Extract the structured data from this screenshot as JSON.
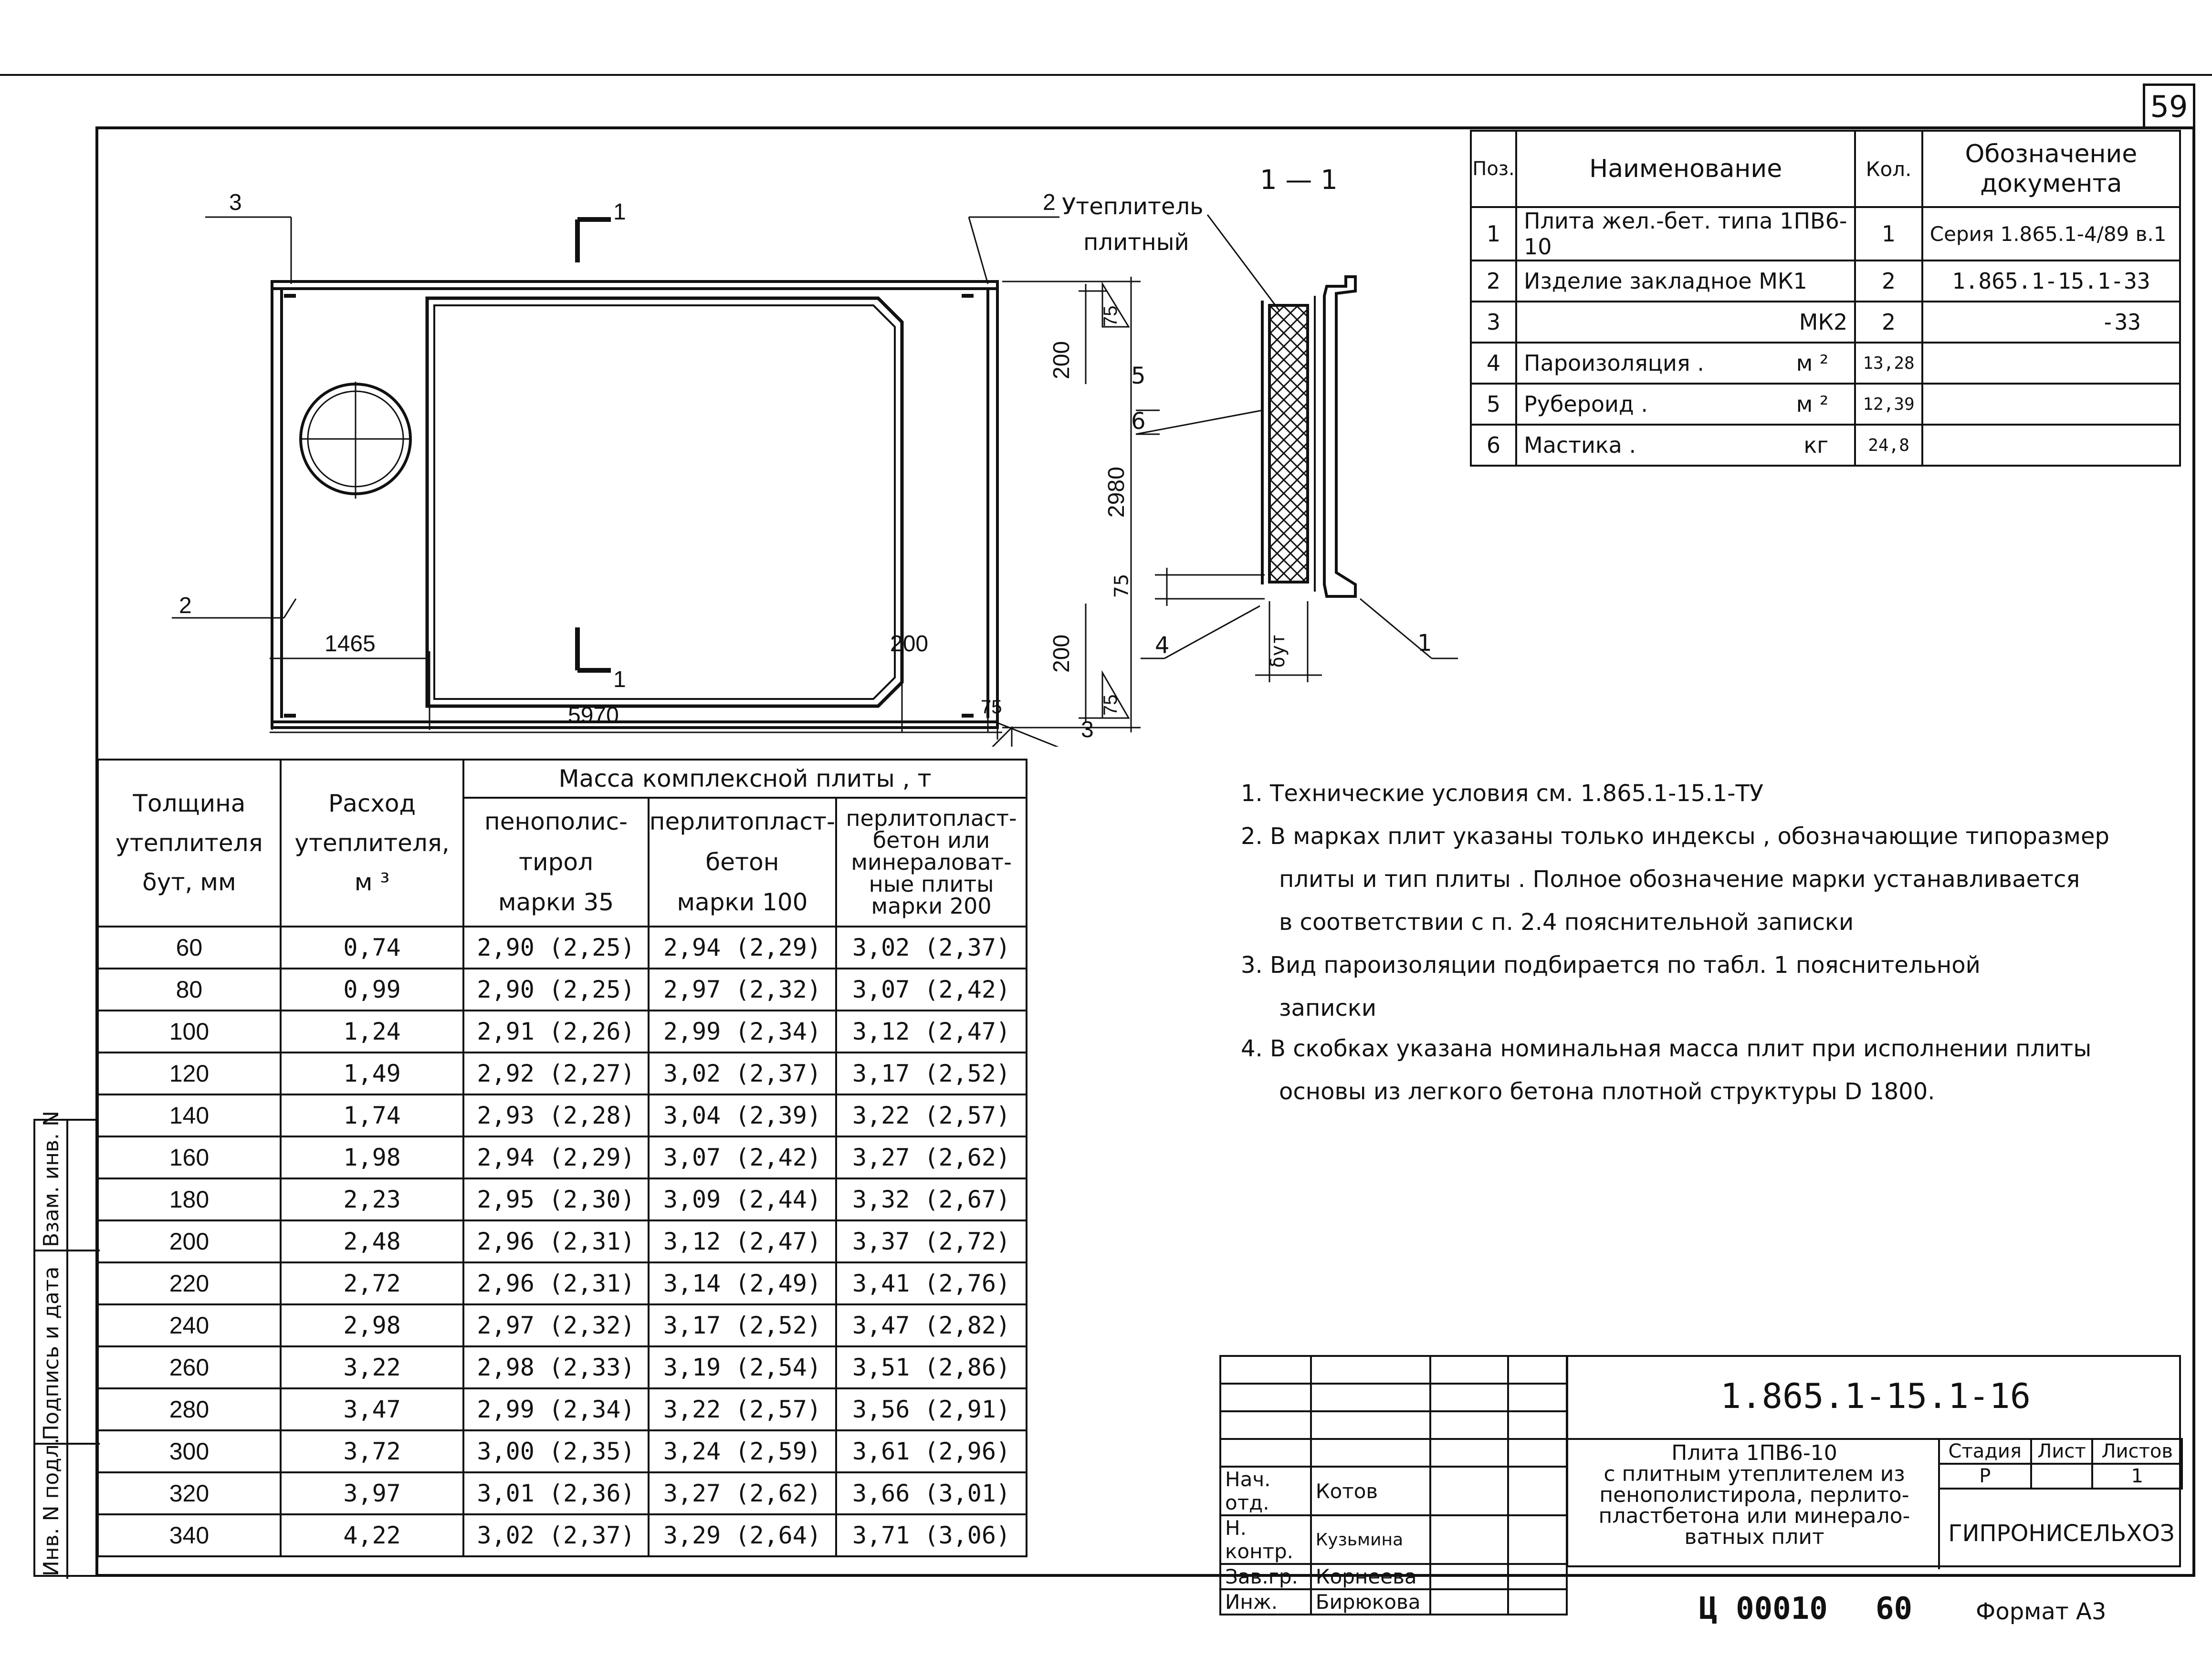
{
  "sheet": {
    "page_number": "59",
    "designation": "1.865.1-15.1-16",
    "footer_code": "Ц 00010",
    "footer_page": "60",
    "format": "Формат А3"
  },
  "drawing": {
    "section_label": "1 — 1",
    "insulation_label_1": "Утеплитель",
    "insulation_label_2": "плитный",
    "delta_label": "δут",
    "callouts": [
      "3",
      "2",
      "2",
      "3",
      "1",
      "1",
      "5",
      "6",
      "4",
      "1"
    ],
    "dims": {
      "d1465": "1465",
      "d5970": "5970",
      "d200b": "200",
      "d75b": "75",
      "d2980": "2980",
      "d200a": "200",
      "d200c": "200",
      "d75a": "75",
      "d75c": "75",
      "d75d": "75"
    }
  },
  "spec": {
    "headers": [
      "Поз.",
      "Наименование",
      "Кол.",
      "Обозначение документа"
    ],
    "rows": [
      {
        "pos": "1",
        "name": "Плита жел.-бет. типа 1ПВ6-10",
        "unit": "",
        "qty": "1",
        "doc": "Серия 1.865.1-4/89 в.1"
      },
      {
        "pos": "2",
        "name": "Изделие закладное  МК1",
        "unit": "",
        "qty": "2",
        "doc": "1.865.1-15.1-33"
      },
      {
        "pos": "3",
        "name": "",
        "unit": "МК2",
        "qty": "2",
        "doc": "-33"
      },
      {
        "pos": "4",
        "name": "Пароизоляция .",
        "unit": "м ²",
        "qty": "13,28",
        "doc": ""
      },
      {
        "pos": "5",
        "name": "Рубероид .",
        "unit": "м ²",
        "qty": "12,39",
        "doc": ""
      },
      {
        "pos": "6",
        "name": "Мастика .",
        "unit": "кг",
        "qty": "24,8",
        "doc": ""
      }
    ]
  },
  "mass_table": {
    "col1": [
      "Толщина",
      "утеплителя",
      "δут, мм"
    ],
    "col2": [
      "Расход",
      "утеплителя,",
      "м ³"
    ],
    "group_header": "Масса  комплексной  плиты  ,  т",
    "sub1": [
      "пенополис-",
      "тирол",
      "марки 35"
    ],
    "sub2": [
      "перлитопласт-",
      "бетон",
      "марки   100"
    ],
    "sub3": [
      "перлитопласт-",
      "бетон или",
      "минераловат-",
      "ные плиты",
      "марки 200"
    ],
    "rows": [
      [
        "60",
        "0,74",
        "2,90  (2,25)",
        "2,94  (2,29)",
        "3,02 (2,37)"
      ],
      [
        "80",
        "0,99",
        "2,90  (2,25)",
        "2,97  (2,32)",
        "3,07 (2,42)"
      ],
      [
        "100",
        "1,24",
        "2,91  (2,26)",
        "2,99  (2,34)",
        "3,12 (2,47)"
      ],
      [
        "120",
        "1,49",
        "2,92  (2,27)",
        "3,02  (2,37)",
        "3,17 (2,52)"
      ],
      [
        "140",
        "1,74",
        "2,93  (2,28)",
        "3,04  (2,39)",
        "3,22 (2,57)"
      ],
      [
        "160",
        "1,98",
        "2,94  (2,29)",
        "3,07  (2,42)",
        "3,27 (2,62)"
      ],
      [
        "180",
        "2,23",
        "2,95  (2,30)",
        "3,09  (2,44)",
        "3,32 (2,67)"
      ],
      [
        "200",
        "2,48",
        "2,96  (2,31)",
        "3,12  (2,47)",
        "3,37 (2,72)"
      ],
      [
        "220",
        "2,72",
        "2,96  (2,31)",
        "3,14  (2,49)",
        "3,41 (2,76)"
      ],
      [
        "240",
        "2,98",
        "2,97  (2,32)",
        "3,17  (2,52)",
        "3,47 (2,82)"
      ],
      [
        "260",
        "3,22",
        "2,98  (2,33)",
        "3,19  (2,54)",
        "3,51 (2,86)"
      ],
      [
        "280",
        "3,47",
        "2,99  (2,34)",
        "3,22  (2,57)",
        "3,56 (2,91)"
      ],
      [
        "300",
        "3,72",
        "3,00  (2,35)",
        "3,24  (2,59)",
        "3,61 (2,96)"
      ],
      [
        "320",
        "3,97",
        "3,01  (2,36)",
        "3,27  (2,62)",
        "3,66 (3,01)"
      ],
      [
        "340",
        "4,22",
        "3,02  (2,37)",
        "3,29  (2,64)",
        "3,71 (3,06)"
      ]
    ]
  },
  "notes": [
    "1. Технические  условия  см. 1.865.1-15.1-ТУ",
    "2. В  марках  плит  указаны  только  индексы , обозначающие  типоразмер",
    "плиты  и  тип  плиты . Полное  обозначение  марки  устанавливается",
    "в  соответствии  с  п. 2.4   пояснительной  записки",
    "3. Вид  пароизоляции  подбирается  по  табл. 1            пояснительной",
    "записки",
    "4. В  скобках  указана  номинальная  масса  плит  при  исполнении  плиты",
    "основы  из  легкого  бетона  плотной  структуры    D  1800."
  ],
  "stamp": {
    "roles": [
      "Нач. отд.",
      "Н. контр.",
      "Зав.гр.",
      "Инж."
    ],
    "names": [
      "Котов",
      "Кузьмина",
      "Корнеева",
      "Бирюкова"
    ],
    "title_lines": [
      "Плита      1ПВ6-10",
      "с  плитным  утеплителем из",
      "пенополистирола, перлито-",
      "пластбетона или минерало-",
      "ватных  плит"
    ],
    "stage_header": "Стадия",
    "sheet_header": "Лист",
    "sheets_header": "Листов",
    "stage_value": "Р",
    "sheets_value": "1",
    "organization": "ГИПРОНИСЕЛЬХОЗ"
  },
  "side_stamp": {
    "labels": [
      "Инв. N подл.",
      "Подпись и дата",
      "Взам. инв. N"
    ]
  }
}
